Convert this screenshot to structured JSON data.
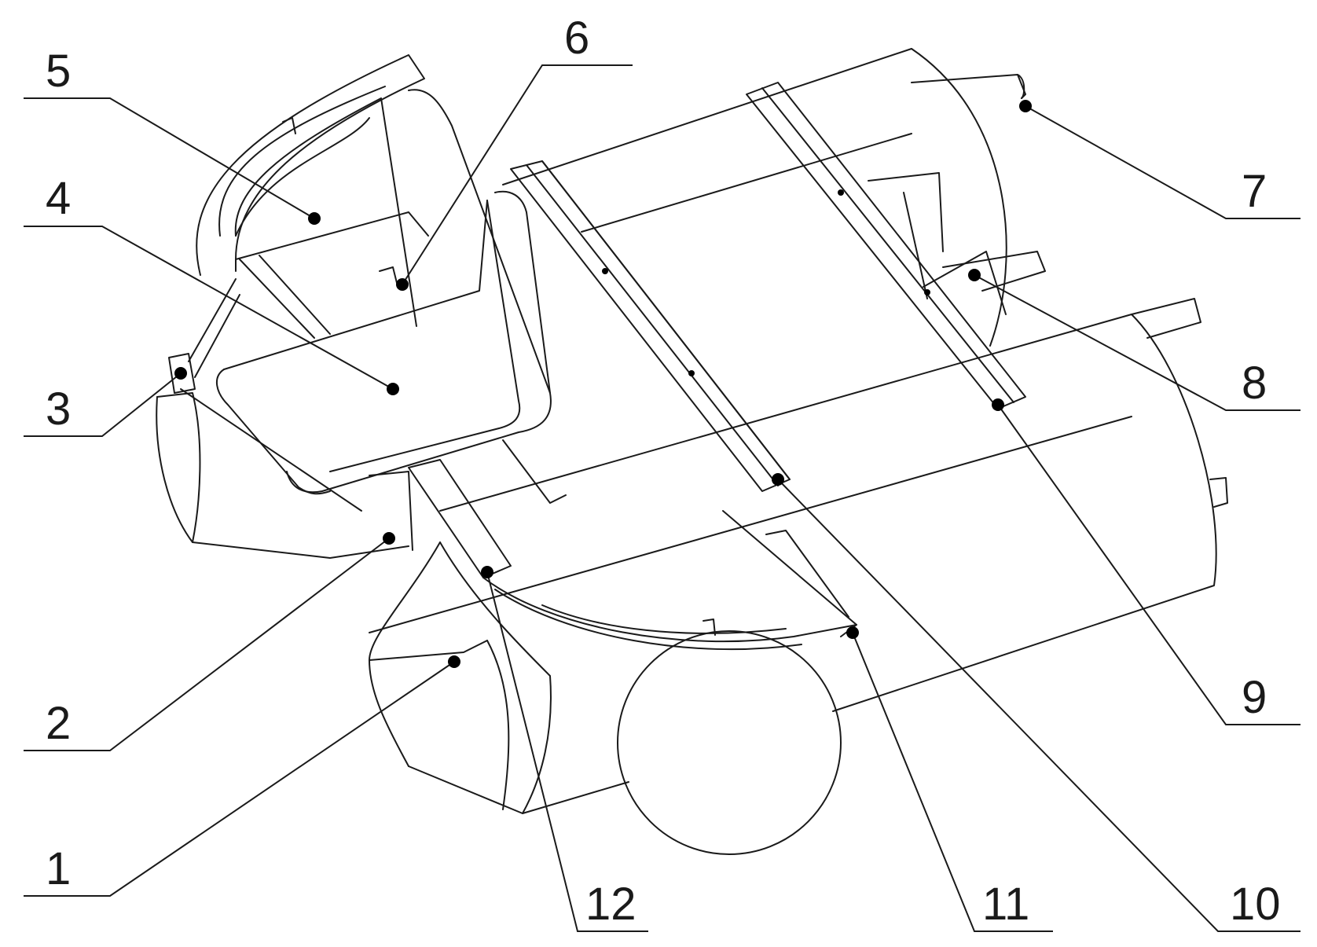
{
  "figure": {
    "labels": [
      {
        "id": "label-1",
        "text": "1"
      },
      {
        "id": "label-2",
        "text": "2"
      },
      {
        "id": "label-3",
        "text": "3"
      },
      {
        "id": "label-4",
        "text": "4"
      },
      {
        "id": "label-5",
        "text": "5"
      },
      {
        "id": "label-6",
        "text": "6"
      },
      {
        "id": "label-7",
        "text": "7"
      },
      {
        "id": "label-8",
        "text": "8"
      },
      {
        "id": "label-9",
        "text": "9"
      },
      {
        "id": "label-10",
        "text": "10"
      },
      {
        "id": "label-11",
        "text": "11"
      },
      {
        "id": "label-12",
        "text": "12"
      }
    ],
    "colors": {
      "line": "#1a1a1a",
      "dot": "#000000",
      "background": "#ffffff"
    }
  }
}
